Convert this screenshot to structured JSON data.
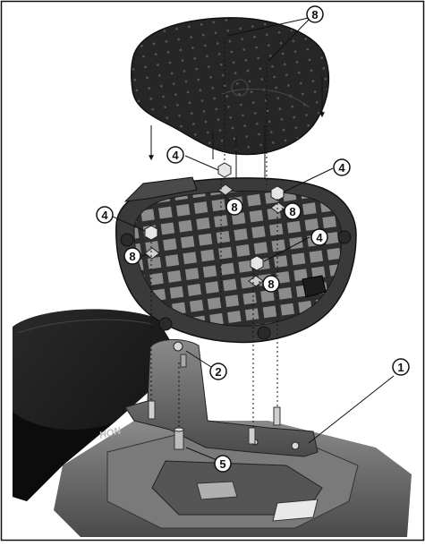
{
  "callouts": {
    "c8_top": "8",
    "c4_a": "4",
    "c4_b": "4",
    "c4_c": "4",
    "c4_d": "4",
    "c8_a": "8",
    "c8_b": "8",
    "c8_c": "8",
    "c8_d": "8",
    "c2": "2",
    "c5": "5",
    "c1": "1"
  },
  "logo_text": "HON",
  "colors": {
    "line": "#111111",
    "pad": "#2a2a2a",
    "plate": "#3a3a3a",
    "grid_cell": "#8c8c8c",
    "seat": "#1c1c1c",
    "bracket": "#9a9a9a",
    "frame": "#6c6c6c"
  }
}
